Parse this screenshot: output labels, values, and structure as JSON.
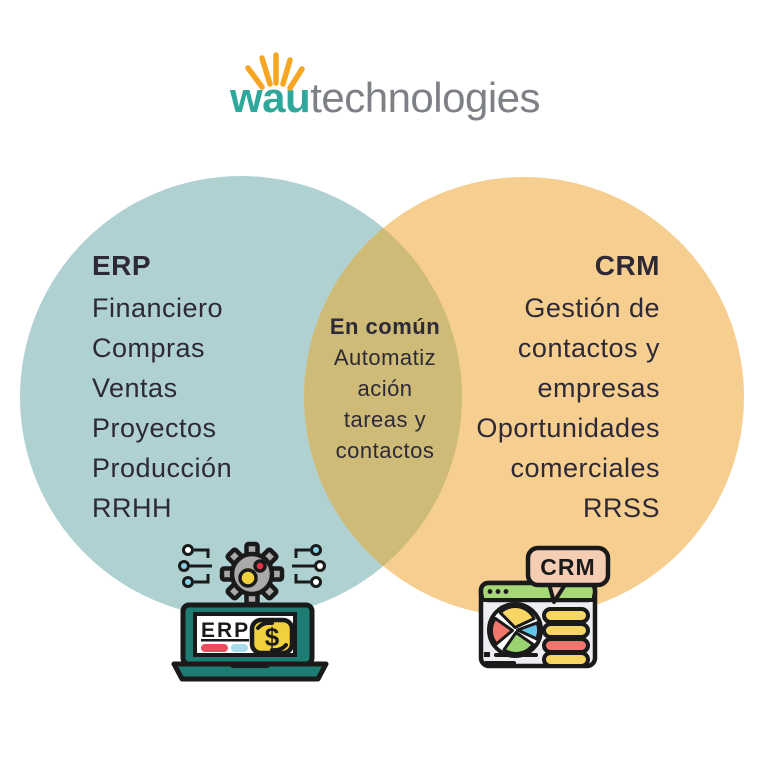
{
  "header": {
    "logo": {
      "brand": "wau",
      "suffix": "technologies"
    }
  },
  "colors": {
    "left_circle": "#afd1d2",
    "right_circle": "#f6cf90",
    "overlap": "#cdbb77",
    "text_dark": "#2d2936",
    "logo_teal": "#2fa79b",
    "logo_gray": "#7d8185",
    "ray_orange": "#f6a623"
  },
  "venn": {
    "left": {
      "title": "ERP",
      "items": [
        "Financiero",
        "Compras",
        "Ventas",
        "Proyectos",
        "Producción",
        "RRHH"
      ]
    },
    "middle": {
      "title": "En común",
      "lines": [
        "Automatiz",
        "ación",
        "tareas y",
        "contactos"
      ]
    },
    "right": {
      "title": "CRM",
      "items": [
        "Gestión de",
        "contactos y",
        "empresas",
        "Oportunidades",
        "comerciales",
        "RRSS"
      ]
    }
  },
  "icons": {
    "erp": {
      "label": "ERP",
      "glyph": "laptop-gear-circuit-icon"
    },
    "crm": {
      "label": "CRM",
      "glyph": "browser-piechart-coins-icon"
    }
  }
}
